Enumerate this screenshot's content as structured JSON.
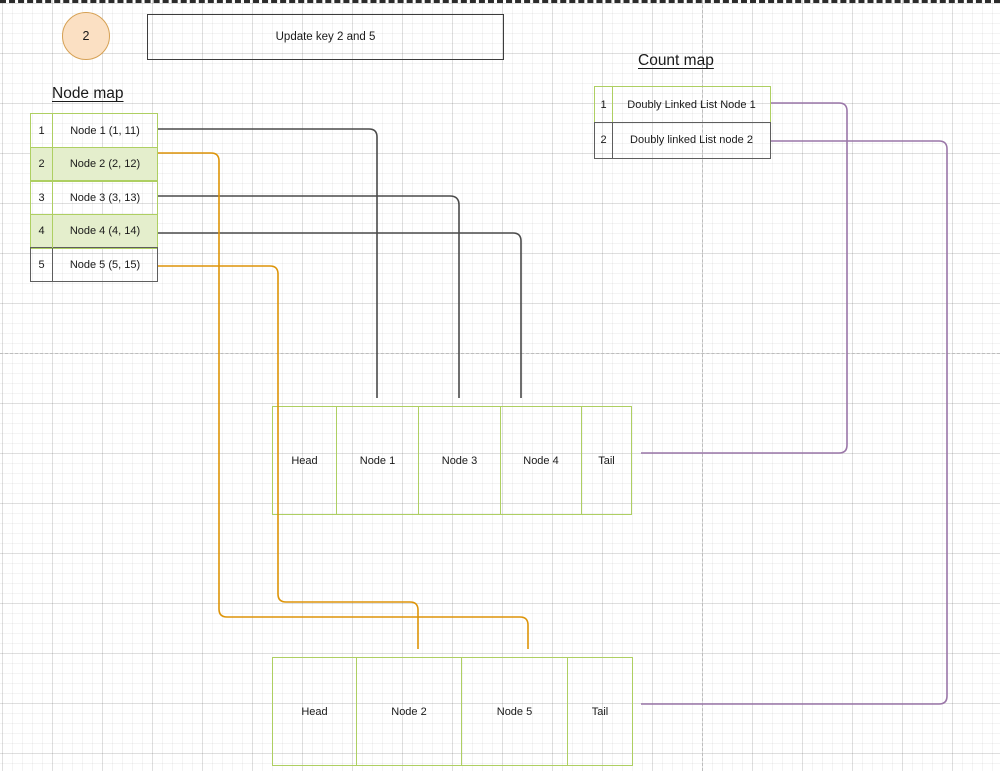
{
  "diagram": {
    "step_badge": "2",
    "banner_label": "Update key 2 and 5",
    "colors": {
      "green_border": "#aecf62",
      "green_fill": "#e4eecc",
      "gray_border": "#5e5e5e",
      "orange_connector": "#dd9408",
      "purple_connector": "#9a76a8",
      "dark_connector": "#4a4a4a",
      "badge_fill": "#fbe0c3",
      "badge_border": "#d6a154"
    }
  },
  "node_map": {
    "title": "Node map",
    "rows": [
      {
        "key": "1",
        "value": "Node 1 (1, 11)",
        "style": "row-green"
      },
      {
        "key": "2",
        "value": "Node 2 (2, 12)",
        "style": "row-green-fill"
      },
      {
        "key": "3",
        "value": "Node 3 (3, 13)",
        "style": "row-green"
      },
      {
        "key": "4",
        "value": "Node 4 (4, 14)",
        "style": "row-green-fill"
      },
      {
        "key": "5",
        "value": "Node 5 (5, 15)",
        "style": "row-gray"
      }
    ]
  },
  "count_map": {
    "title": "Count map",
    "rows": [
      {
        "key": "1",
        "value": "Doubly Linked List Node 1",
        "style": "row-green"
      },
      {
        "key": "2",
        "value": "Doubly linked List node 2",
        "style": "row-gray"
      }
    ]
  },
  "linked_list_top": {
    "cells": [
      "Head",
      "Node 1",
      "Node 3",
      "Node 4",
      "Tail"
    ]
  },
  "linked_list_bottom": {
    "cells": [
      "Head",
      "Node 2",
      "Node 5",
      "Tail"
    ]
  },
  "connectors": [
    {
      "name": "node1-to-dll1-node1",
      "color": "#4a4a4a",
      "from": "node-map row 1",
      "to": "linked list 1 Node 1"
    },
    {
      "name": "node3-to-dll1-node3",
      "color": "#4a4a4a",
      "from": "node-map row 3",
      "to": "linked list 1 Node 3"
    },
    {
      "name": "node4-to-dll1-node4",
      "color": "#4a4a4a",
      "from": "node-map row 4",
      "to": "linked list 1 Node 4"
    },
    {
      "name": "node2-to-dll2-node2",
      "color": "#dd9408",
      "from": "node-map row 2",
      "to": "linked list 2 Node 5"
    },
    {
      "name": "node5-to-dll2-node5",
      "color": "#dd9408",
      "from": "node-map row 5",
      "to": "linked list 2 Node 2"
    },
    {
      "name": "count1-to-dll1-tail",
      "color": "#9a76a8",
      "from": "count-map row 1",
      "to": "linked list 1 Tail"
    },
    {
      "name": "count2-to-dll2-tail",
      "color": "#9a76a8",
      "from": "count-map row 2",
      "to": "linked list 2 Tail"
    }
  ]
}
